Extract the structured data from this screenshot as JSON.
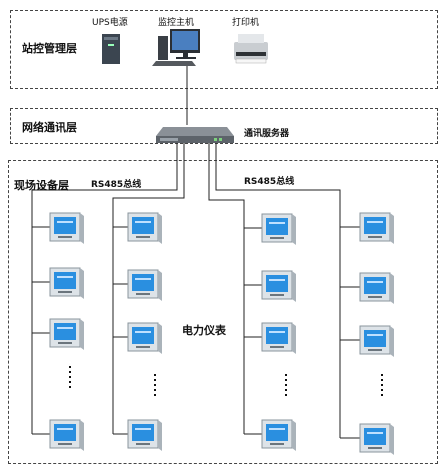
{
  "layers": {
    "station": "站控管理层",
    "network": "网络通讯层",
    "field": "现场设备层"
  },
  "devices": {
    "ups": "UPS电源",
    "monitor_host": "监控主机",
    "printer": "打印机",
    "comm_server": "通讯服务器",
    "power_meter": "电力仪表"
  },
  "bus": {
    "left": "RS485总线",
    "right": "RS485总线"
  },
  "colors": {
    "meter_screen": "#2a8fe0",
    "meter_body": "#dde3e8",
    "dashed_border": "#444444",
    "line": "#222222"
  }
}
